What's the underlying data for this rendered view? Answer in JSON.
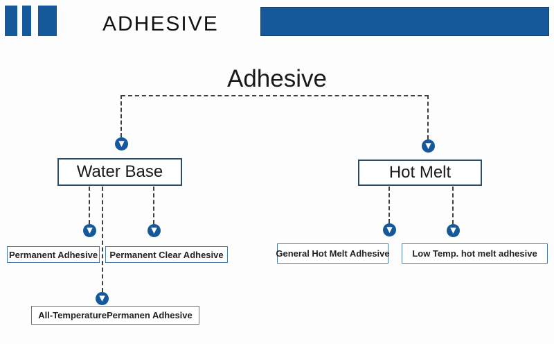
{
  "colors": {
    "brand_blue": "#15599b",
    "node_border_dark": "#2d4d66",
    "node_border_light": "#4a7ba6",
    "connector": "#3f3f3f",
    "page_bg": "#fdfdfd"
  },
  "icons": {
    "down_arrow": "▼"
  },
  "header": {
    "title": "ADHESIVE"
  },
  "diagram": {
    "root_label": "Adhesive",
    "branches": [
      {
        "label": "Water Base",
        "children": [
          "Permanent Adhesive",
          "Permanent Clear Adhesive",
          "All-TemperaturePermanen Adhesive"
        ]
      },
      {
        "label": "Hot Melt",
        "children": [
          "General Hot Melt Adhesive",
          "Low Temp. hot melt adhesive"
        ]
      }
    ]
  }
}
